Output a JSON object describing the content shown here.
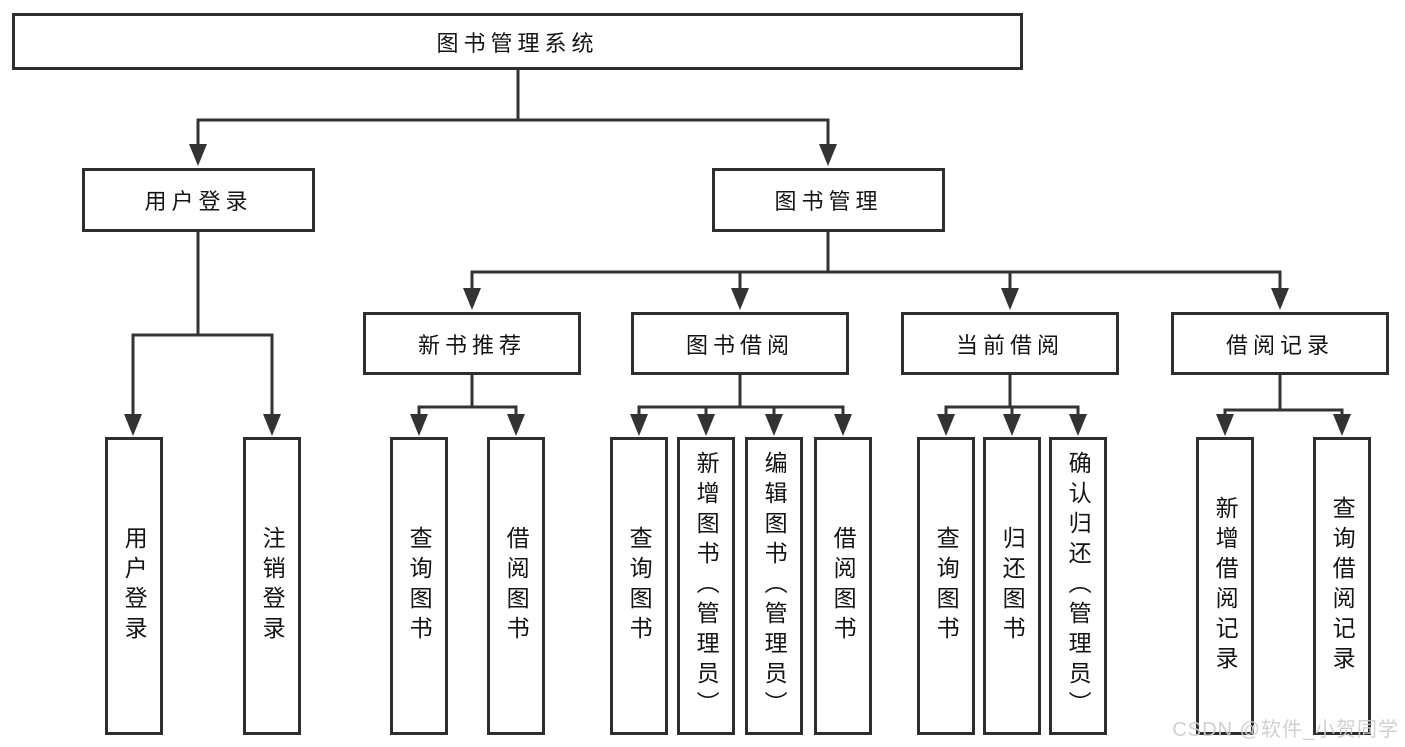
{
  "diagram": {
    "root": "图书管理系统",
    "level2": [
      "用户登录",
      "图书管理"
    ],
    "level3": [
      "新书推荐",
      "图书借阅",
      "当前借阅",
      "借阅记录"
    ],
    "leaves": {
      "user_login": [
        "用户登录",
        "注销登录"
      ],
      "new_book_recommend": [
        "查询图书",
        "借阅图书"
      ],
      "book_borrow": [
        "查询图书",
        "新增图书（管理员）",
        "编辑图书（管理员）",
        "借阅图书"
      ],
      "current_borrow": [
        "查询图书",
        "归还图书",
        "确认归还（管理员）"
      ],
      "borrow_records": [
        "新增借阅记录",
        "查询借阅记录"
      ]
    }
  },
  "watermark": "CSDN @软件_小贺同学",
  "colors": {
    "line": "#333333",
    "box_border": "#2e2e2e",
    "text": "#141414",
    "watermark": "#cecece",
    "background": "#ffffff"
  }
}
